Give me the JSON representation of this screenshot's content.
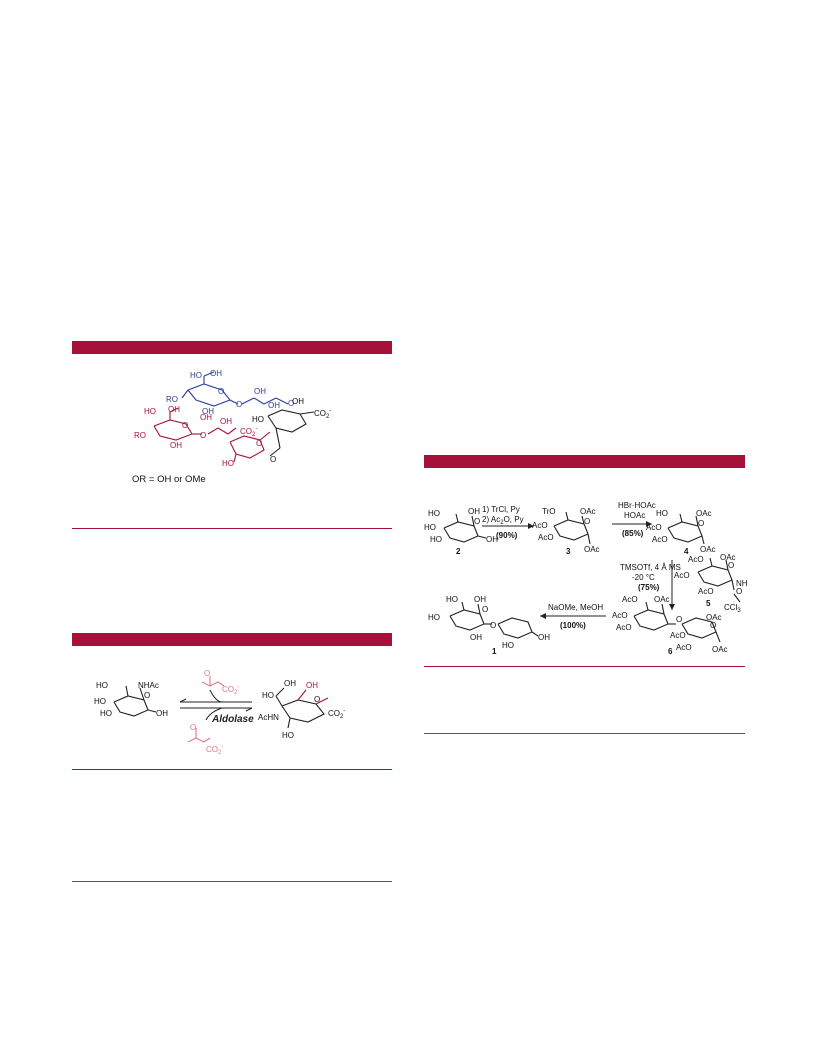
{
  "scheme1": {
    "blue": {
      "ho1": "HO",
      "oh1": "OH",
      "ro": "RO",
      "o1": "O",
      "o2": "O",
      "oh2": "OH",
      "oh3": "OH",
      "oh4": "OH",
      "o3": "O"
    },
    "black": {
      "oh": "OH",
      "co2": "CO",
      "co2sup": "-",
      "ho": "HO",
      "o": "O"
    },
    "red": {
      "ho1": "HO",
      "oh1": "OH",
      "ro": "RO",
      "o1": "O",
      "oh2": "OH",
      "o2": "O",
      "oh3": "OH",
      "co2": "CO",
      "co2sup": "-",
      "oh4": "OH",
      "ho2": "HO",
      "o3": "O"
    },
    "legend": "OR = OH or OMe"
  },
  "scheme2": {
    "left": {
      "ho1": "HO",
      "nhac": "NHAc",
      "ho2": "HO",
      "ho3": "HO",
      "oh": "OH",
      "o": "O"
    },
    "pyruvate_top": {
      "o": "O",
      "co2": "CO",
      "co2sup": "-"
    },
    "pyruvate_bottom": {
      "o": "O",
      "co2": "CO",
      "co2sup": "-"
    },
    "enzyme": "Aldolase",
    "right": {
      "ho1": "HO",
      "oh1": "OH",
      "oh_red": "OH",
      "achn": "AcHN",
      "ho2": "HO",
      "co2": "CO",
      "co2sup": "-",
      "o": "O"
    }
  },
  "scheme3": {
    "c2": {
      "ho1": "HO",
      "oh1": "OH",
      "ho2": "HO",
      "ho3": "HO",
      "oh2": "OH",
      "o": "O",
      "num": "2"
    },
    "step1": {
      "line1": "1) TrCl, Py",
      "line2": "2) Ac",
      "line2sub": "2",
      "line2rest": "O, Py",
      "yield": "(90%)"
    },
    "c3": {
      "tro": "TrO",
      "oac1": "OAc",
      "aco1": "AcO",
      "aco2": "AcO",
      "oac2": "OAc",
      "o": "O",
      "num": "3"
    },
    "step2": {
      "line1": "HBr·HOAc",
      "line2": "HOAc",
      "yield": "(85%)"
    },
    "c4": {
      "ho": "HO",
      "oac1": "OAc",
      "aco1": "AcO",
      "aco2": "AcO",
      "oac2": "OAc",
      "o": "O",
      "num": "4"
    },
    "step3": {
      "line1": "TMSOTf, 4 Å MS",
      "line2": "-20 °C",
      "yield": "(75%)"
    },
    "c5": {
      "aco1": "AcO",
      "oac": "OAc",
      "aco2": "AcO",
      "aco3": "AcO",
      "nh": "NH",
      "ccl3": "CCl",
      "ccl3sub": "3",
      "o1": "O",
      "o2": "O",
      "num": "5"
    },
    "step4": {
      "line1": "NaOMe, MeOH",
      "yield": "(100%)"
    },
    "c1": {
      "ho1": "HO",
      "oh1": "OH",
      "ho2": "HO",
      "oh2": "OH",
      "o1": "O",
      "o2": "O",
      "ho3": "HO",
      "oh3": "OH",
      "num": "1"
    },
    "c6": {
      "aco1": "AcO",
      "oac1": "OAc",
      "aco2": "AcO",
      "aco3": "AcO",
      "oac2": "OAc",
      "o1": "O",
      "aco4": "AcO",
      "aco5": "AcO",
      "oac3": "OAc",
      "o2": "O",
      "num": "6"
    }
  }
}
